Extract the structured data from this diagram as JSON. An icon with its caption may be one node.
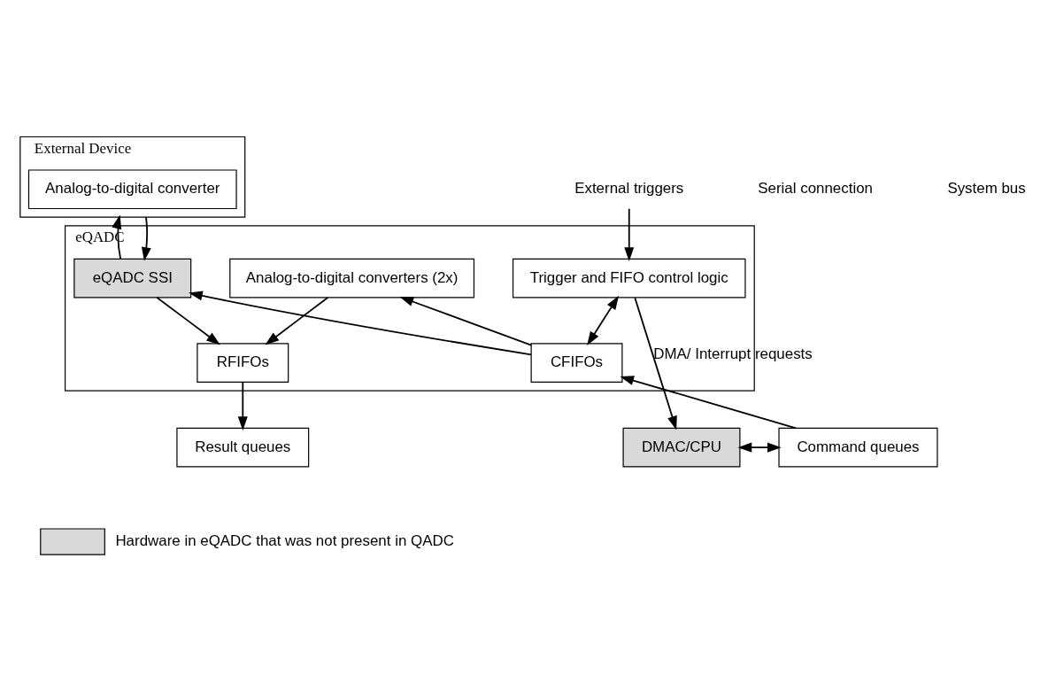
{
  "diagram": {
    "nodes": [
      {
        "text": [
          "External Device"
        ]
      },
      {
        "text": [
          "Analog-to-digital converter"
        ],
        "in": 0
      },
      {
        "text": [
          "eQADC"
        ]
      },
      {
        "text": [
          "eQADC SSI"
        ],
        "in": 2
      },
      {
        "text": [
          "Analog-to-digital converters (2x)"
        ],
        "in": 2
      },
      {
        "text": [
          "Trigger and FIFO control logic"
        ],
        "in": 2
      },
      {
        "text": [
          "CFIFOs"
        ],
        "in": 2
      },
      {
        "text": [
          "RFIFOs"
        ],
        "in": 2
      },
      {
        "text": [
          "External triggers"
        ]
      },
      {
        "text": [
          "DMAC/CPU"
        ]
      },
      {
        "text": [
          "Command queues"
        ]
      },
      {
        "text": [
          "Result queues"
        ]
      }
    ],
    "edges": [
      {
        "from": 3,
        "to": 0,
        "arrow": "to"
      },
      {
        "from": 0,
        "to": 3,
        "arrow": "to"
      },
      {
        "from": 6,
        "to": 3,
        "arrow": "to"
      },
      {
        "from": 3,
        "to": 7,
        "arrow": "to"
      },
      {
        "from": 6,
        "to": 4,
        "arrow": "to"
      },
      {
        "from": 4,
        "to": 7,
        "arrow": "to"
      },
      {
        "from": 8,
        "to": 5,
        "arrow": "to"
      },
      {
        "from": 5,
        "to": 6,
        "arrow": "both"
      },
      {
        "from": 5,
        "to": 9,
        "arrow": "to",
        "label": "DMA/ Interrupt requests"
      },
      {
        "from": 9,
        "to": 10,
        "arrow": "both"
      },
      {
        "from": 10,
        "to": 6,
        "arrow": "to"
      },
      {
        "from": 7,
        "to": 11,
        "arrow": "to"
      }
    ],
    "labels": [
      "Serial connection",
      "System bus"
    ],
    "legend": [
      {
        "text": "Hardware in eQADC that was not present in QADC",
        "color": "#d9d9d9"
      }
    ]
  }
}
